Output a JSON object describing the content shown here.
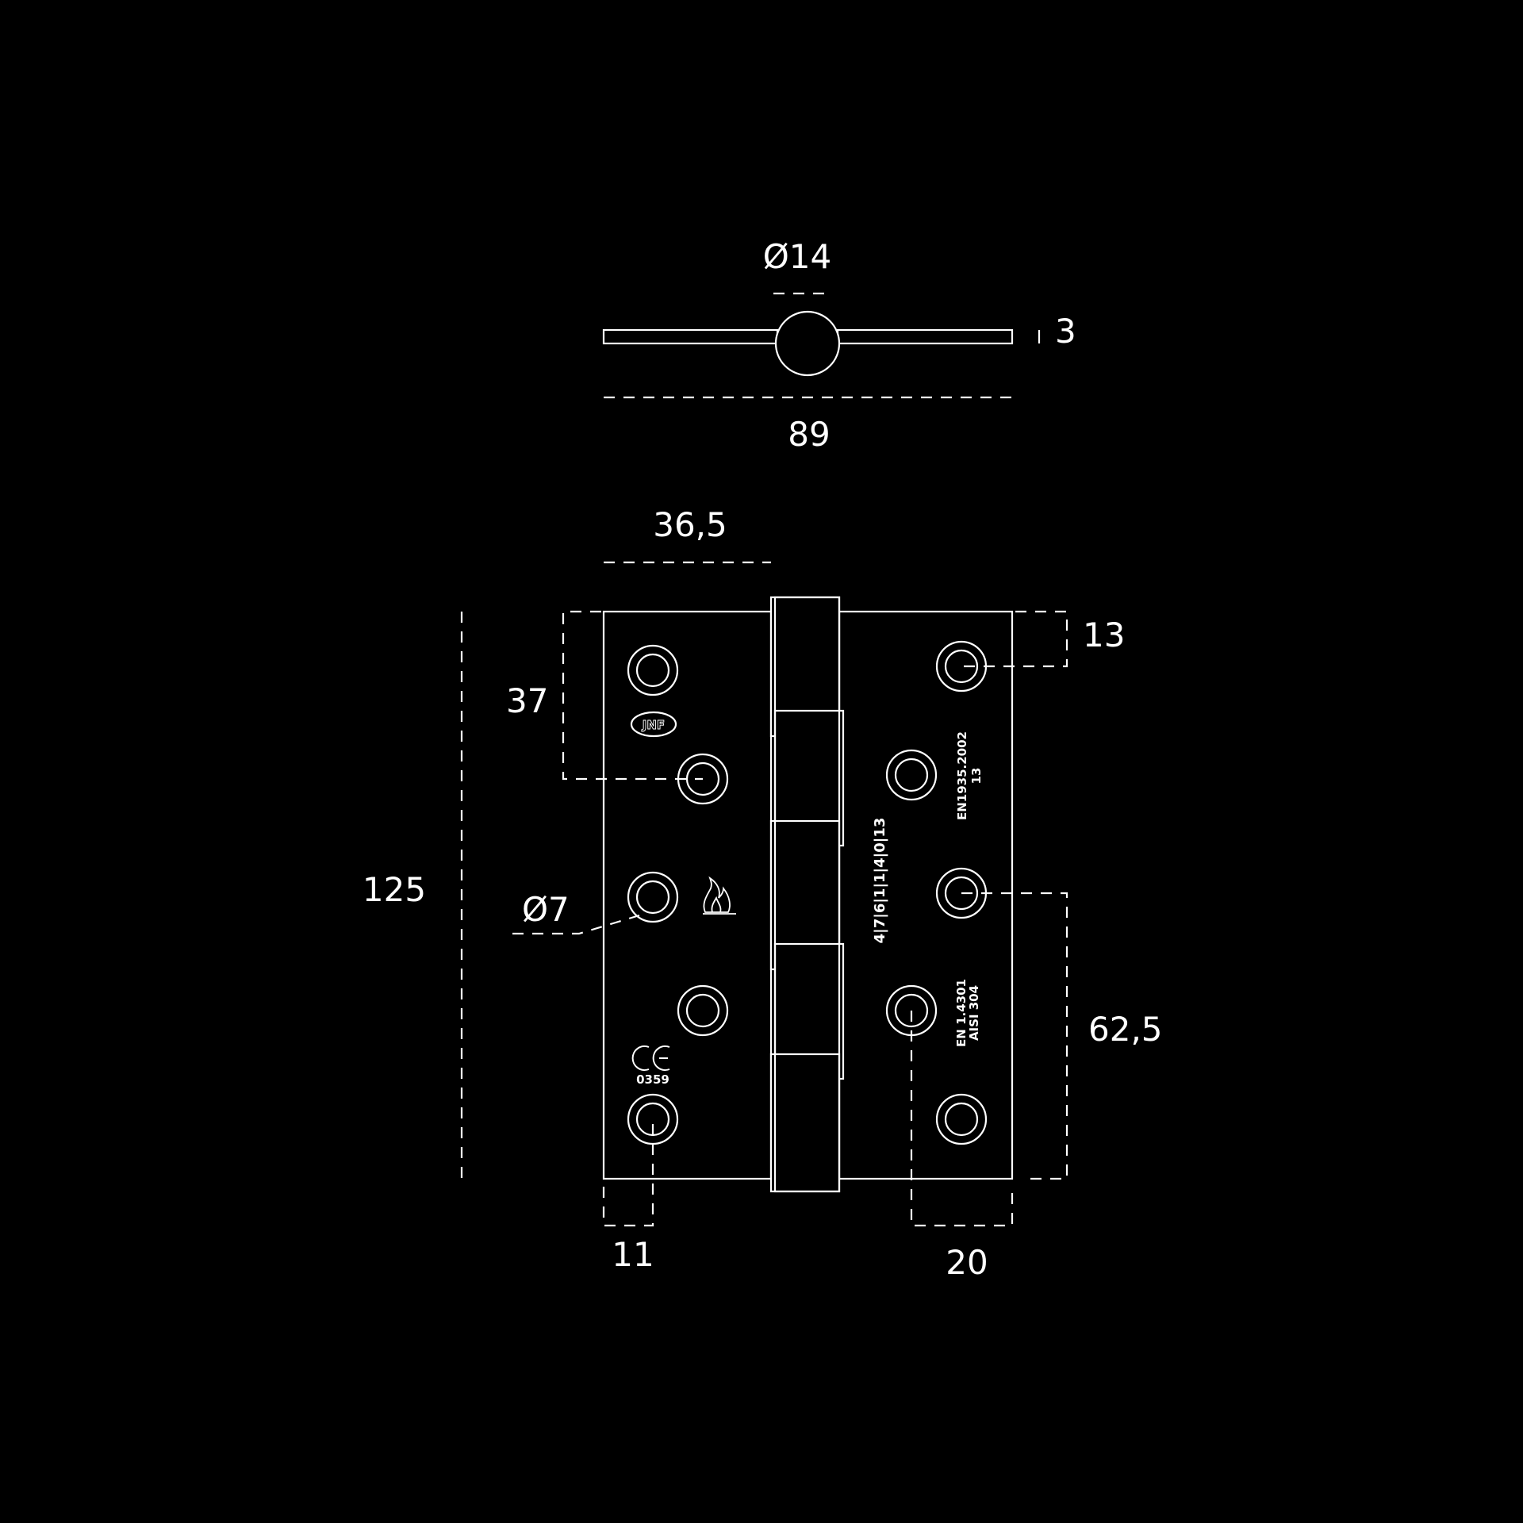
{
  "dimensions": {
    "pin_diameter": "Ø14",
    "leaf_thickness": "3",
    "overall_width": "89",
    "leaf_width": "36,5",
    "top_hole_offset": "13",
    "hole_spacing": "37",
    "height": "125",
    "hole_diameter": "Ø7",
    "mid_hole_offset": "62,5",
    "left_hole_edge": "11",
    "right_hole_edge": "20"
  },
  "markings": {
    "brand_logo": "JNF",
    "ce_mark": "CE",
    "ce_number": "0359",
    "standard_line1": "EN1935.2002",
    "standard_line2": "13",
    "classification": "4|7|6|1|1|4|0|13",
    "material_line1": "EN 1.4301",
    "material_line2": "AISI 304"
  },
  "icons": {
    "fire": "fire-icon",
    "ce": "ce-mark-icon",
    "logo": "brand-logo-icon"
  },
  "colors": {
    "background": "#000000",
    "line": "#ffffff"
  }
}
